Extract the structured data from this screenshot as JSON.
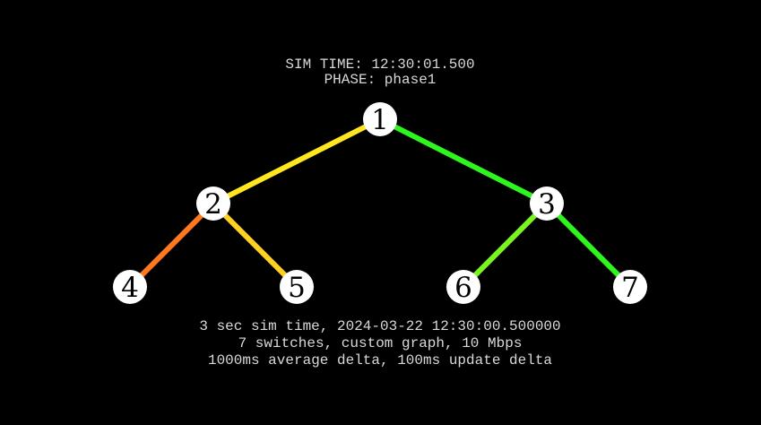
{
  "header": {
    "sim_time": "SIM TIME: 12:30:01.500",
    "phase": "PHASE: phase1"
  },
  "footer": {
    "line1": "3 sec sim time, 2024-03-22 12:30:00.500000",
    "line2": "7 switches, custom graph, 10 Mbps",
    "line3": "1000ms average delta, 100ms update delta"
  },
  "graph": {
    "nodes": [
      {
        "id": "1",
        "label": "1"
      },
      {
        "id": "2",
        "label": "2"
      },
      {
        "id": "3",
        "label": "3"
      },
      {
        "id": "4",
        "label": "4"
      },
      {
        "id": "5",
        "label": "5"
      },
      {
        "id": "6",
        "label": "6"
      },
      {
        "id": "7",
        "label": "7"
      }
    ],
    "edges": [
      {
        "from": "1",
        "to": "2",
        "color": "#ffe61f"
      },
      {
        "from": "1",
        "to": "3",
        "color": "#2ff51f"
      },
      {
        "from": "2",
        "to": "4",
        "color": "#ff7a1f"
      },
      {
        "from": "2",
        "to": "5",
        "color": "#ffd21f"
      },
      {
        "from": "3",
        "to": "6",
        "color": "#7af51f"
      },
      {
        "from": "3",
        "to": "7",
        "color": "#2ff51f"
      }
    ]
  }
}
